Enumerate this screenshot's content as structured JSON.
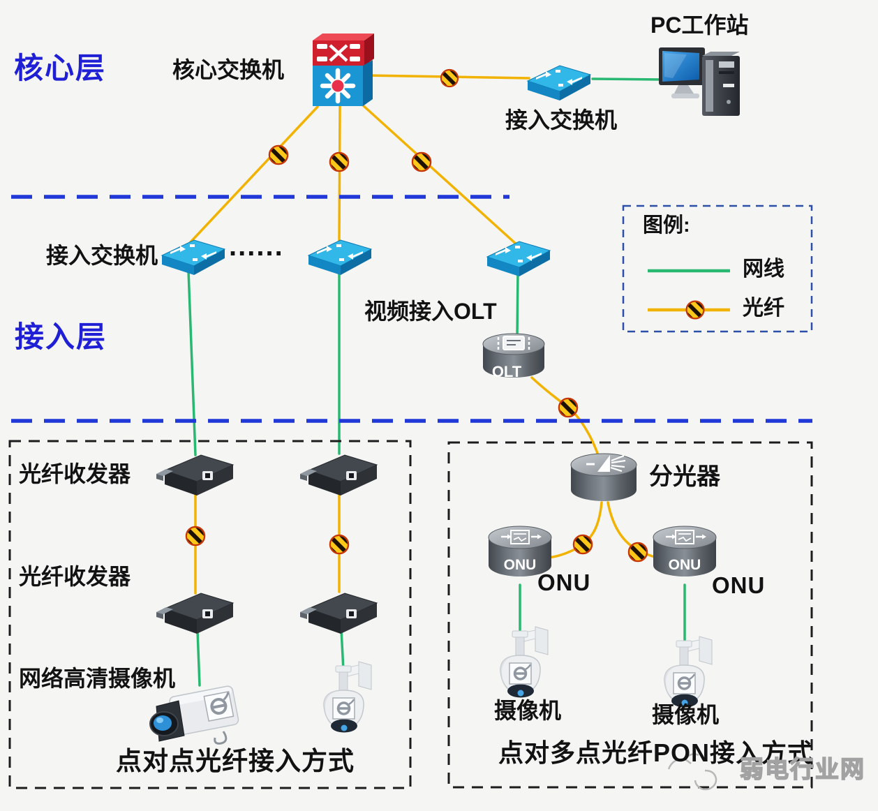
{
  "layers": {
    "core": "核心层",
    "access": "接入层"
  },
  "labels": {
    "core_switch": "核心交换机",
    "pc_workstation": "PC工作站",
    "access_switch_top": "接入交换机",
    "access_switch_left": "接入交换机",
    "ellipsis": "......",
    "video_access_olt": "视频接入OLT",
    "splitter": "分光器",
    "onu_left": "ONU",
    "onu_right": "ONU",
    "fiber_transceiver_upper": "光纤收发器",
    "fiber_transceiver_lower": "光纤收发器",
    "network_hd_camera": "网络高清摄像机",
    "camera_left": "摄像机",
    "camera_right": "摄像机"
  },
  "device_text": {
    "olt": "OLT",
    "onu_left": "ONU",
    "onu_right": "ONU"
  },
  "captions": {
    "left_box": "点对点光纤接入方式",
    "right_box": "点对多点光纤PON接入方式"
  },
  "legend": {
    "title": "图例:",
    "items": [
      {
        "label": "网线",
        "color": "#29b871",
        "type": "network-cable"
      },
      {
        "label": "光纤",
        "color": "#f2b200",
        "type": "optical-fiber"
      }
    ]
  },
  "watermark": "弱电行业网",
  "colors": {
    "layer_label": "#1f1fd6",
    "network_cable": "#29b871",
    "optical_fiber": "#f2b200",
    "separator_dashed": "#2038d8",
    "group_box_dashed": "#1c1c1c",
    "switch_blue": "#1b96d4",
    "core_switch_red": "#d01f2d"
  }
}
